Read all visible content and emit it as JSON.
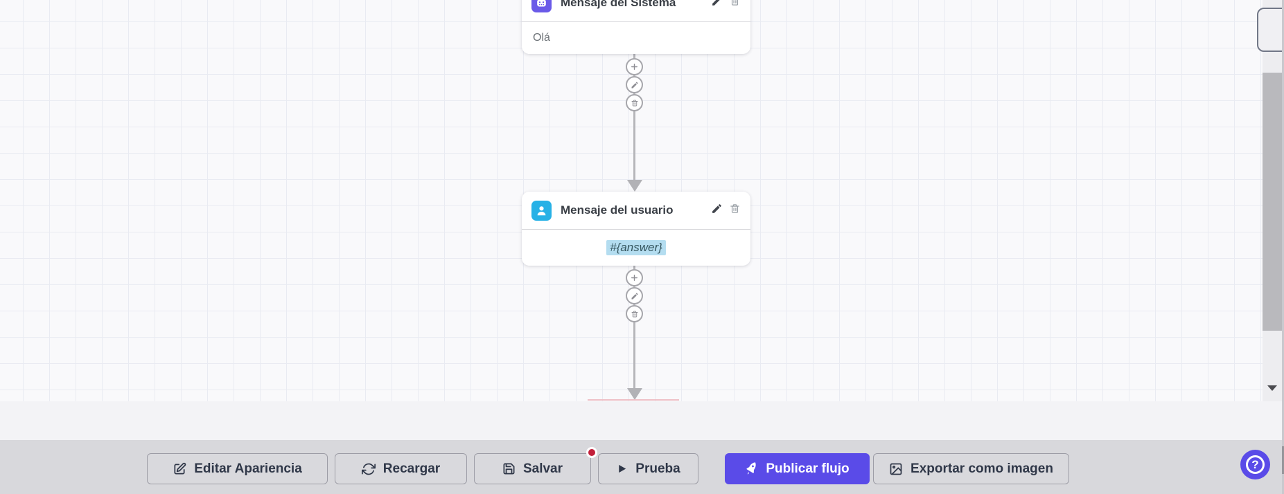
{
  "flow_canvas": {
    "nodes": [
      {
        "id": "system-message",
        "title": "Mensaje del Sistema",
        "body": "Olá",
        "icon": "robot-icon",
        "icon_bg": "#6a5ae8",
        "highlighted": false
      },
      {
        "id": "user-message",
        "title": "Mensaje del usuario",
        "body": "#{answer}",
        "icon": "user-icon",
        "icon_bg": "#27b1e6",
        "highlighted": true
      }
    ],
    "node_inline_actions": [
      "add",
      "edit",
      "delete"
    ],
    "connector_color": "#b6b6ba"
  },
  "toolbar": {
    "buttons": [
      {
        "id": "edit-appearance",
        "label": "Editar Apariencia",
        "icon": "edit-square-icon",
        "style": "default"
      },
      {
        "id": "reload",
        "label": "Recargar",
        "icon": "refresh-icon",
        "style": "default"
      },
      {
        "id": "save",
        "label": "Salvar",
        "icon": "save-icon",
        "style": "default",
        "has_badge": true
      },
      {
        "id": "test",
        "label": "Prueba",
        "icon": "play-icon",
        "style": "default"
      },
      {
        "id": "publish",
        "label": "Publicar flujo",
        "icon": "rocket-icon",
        "style": "primary"
      },
      {
        "id": "export-image",
        "label": "Exportar como imagen",
        "icon": "image-icon",
        "style": "default"
      }
    ]
  },
  "help_button": {
    "label": "?"
  },
  "colors": {
    "primary": "#5a4be8",
    "system_node_icon_bg": "#6a5ae8",
    "user_node_icon_bg": "#27b1e6",
    "badge": "#c21f3a",
    "variable_highlight_bg": "#b4ddf0",
    "toolbar_bg": "#d8d8dc",
    "canvas_bg": "#f9f9fb"
  }
}
